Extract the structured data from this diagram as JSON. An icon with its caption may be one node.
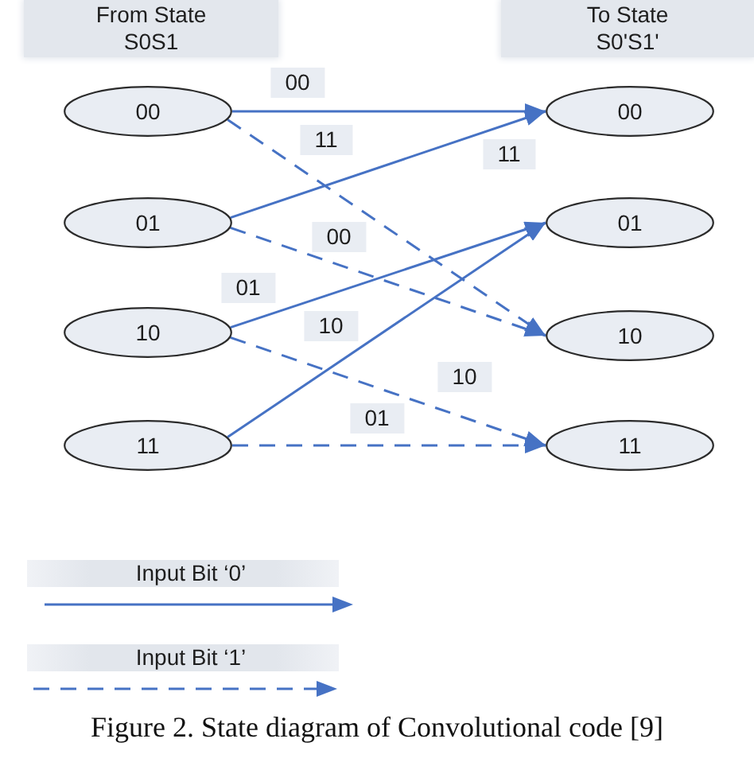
{
  "diagram": {
    "caption": "Figure 2. State diagram of Convolutional code [9]",
    "nodes": [
      {
        "text": [
          "From State S0S1"
        ]
      },
      {
        "text": [
          "To State S0'S1'"
        ]
      },
      {
        "text": [
          "00"
        ]
      },
      {
        "text": [
          "00"
        ]
      },
      {
        "text": [
          "01"
        ]
      },
      {
        "text": [
          "01"
        ]
      },
      {
        "text": [
          "10"
        ]
      },
      {
        "text": [
          "10"
        ]
      },
      {
        "text": [
          "11"
        ]
      },
      {
        "text": [
          "11"
        ]
      }
    ],
    "edges": [
      {
        "from": 2,
        "to": 3,
        "arrow": "to",
        "label": "00"
      },
      {
        "from": 2,
        "to": 7,
        "arrow": "to",
        "label": "11",
        "style": "dashed"
      },
      {
        "from": 4,
        "to": 3,
        "arrow": "to",
        "label": "11"
      },
      {
        "from": 4,
        "to": 7,
        "arrow": "to",
        "label": "00",
        "style": "dashed"
      },
      {
        "from": 6,
        "to": 5,
        "arrow": "to",
        "label": "01"
      },
      {
        "from": 6,
        "to": 9,
        "arrow": "to",
        "label": "10",
        "style": "dashed"
      },
      {
        "from": 8,
        "to": 5,
        "arrow": "to",
        "label": "10"
      },
      {
        "from": 8,
        "to": 9,
        "arrow": "to",
        "label": "01",
        "style": "dashed"
      }
    ],
    "legend": [
      {
        "text": "Input Bit ‘0’"
      },
      {
        "text": "Input Bit ‘1’"
      }
    ]
  }
}
